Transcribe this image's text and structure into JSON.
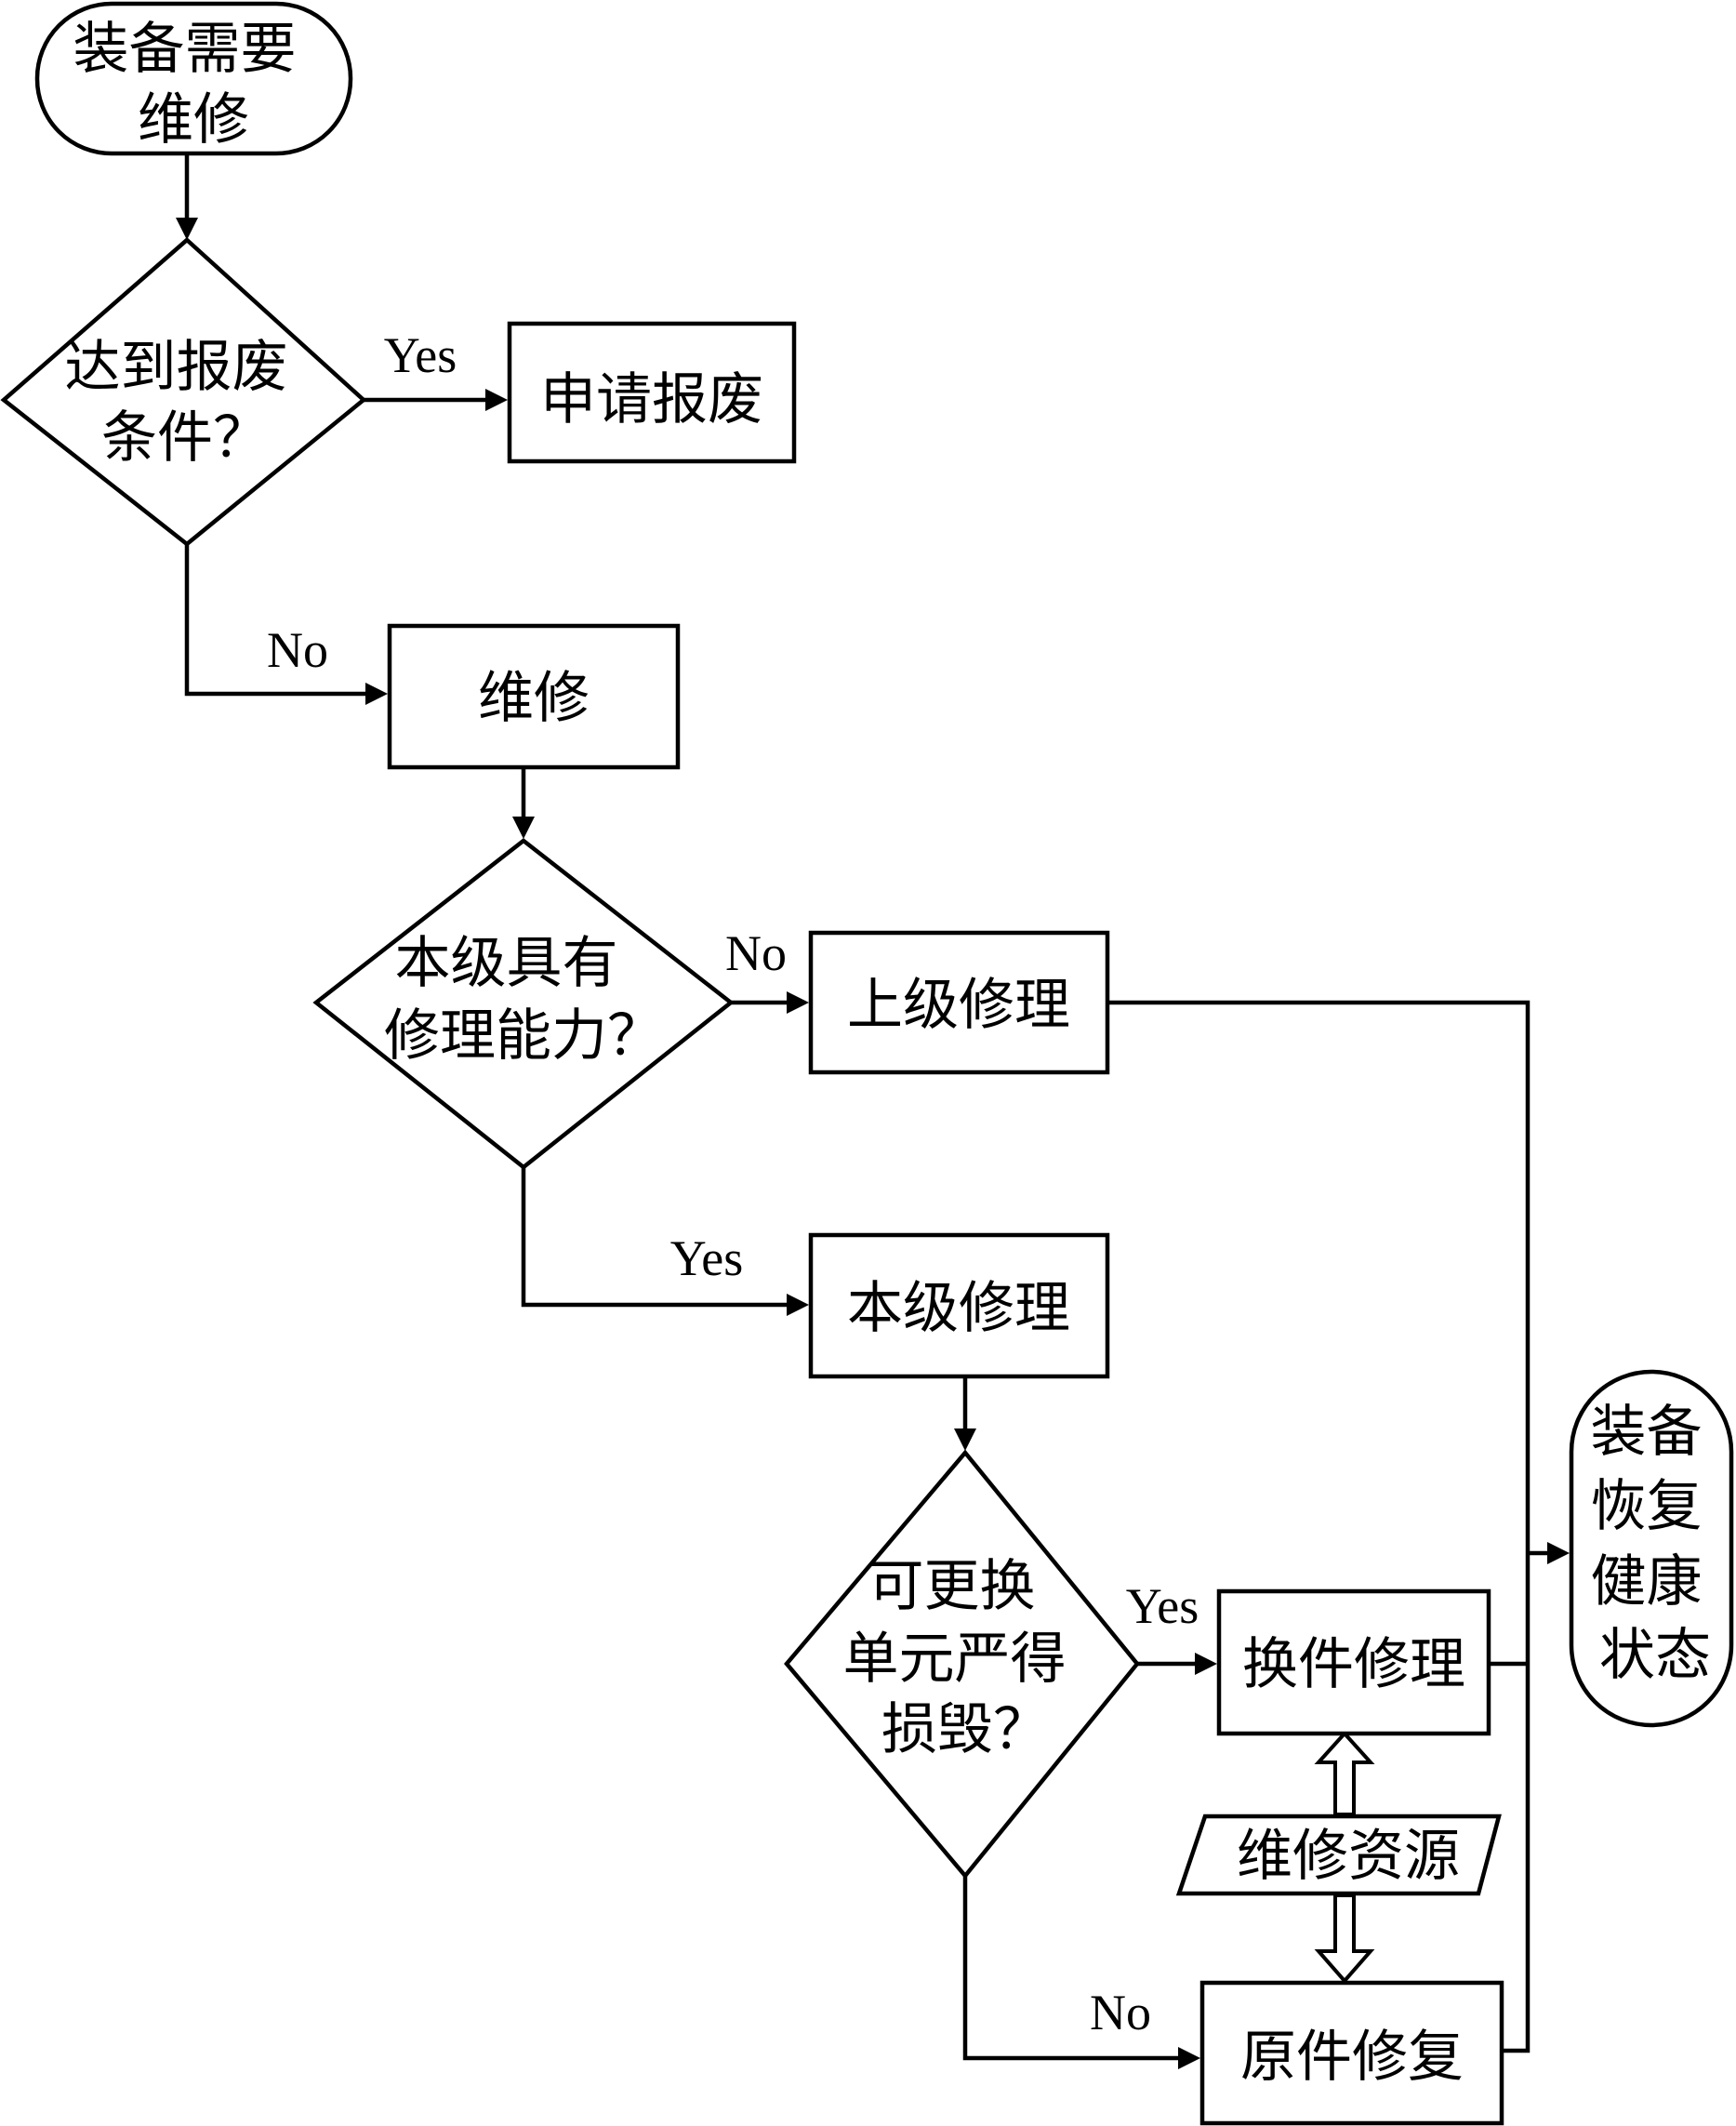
{
  "nodes": {
    "start": {
      "lines": [
        "装备需要",
        "维修"
      ]
    },
    "scrap_check": {
      "lines": [
        "达到报废",
        "条件？"
      ]
    },
    "apply_scrap": {
      "lines": [
        "申请报废"
      ]
    },
    "repair": {
      "lines": [
        "维修"
      ]
    },
    "capability_check": {
      "lines": [
        "本级具有",
        "修理能力？"
      ]
    },
    "upper_repair": {
      "lines": [
        "上级修理"
      ]
    },
    "local_repair": {
      "lines": [
        "本级修理"
      ]
    },
    "damage_check": {
      "lines": [
        "可更换",
        "单元严得",
        "损毁？"
      ]
    },
    "replace_repair": {
      "lines": [
        "换件修理"
      ]
    },
    "resources": {
      "lines": [
        "维修资源"
      ]
    },
    "original_repair": {
      "lines": [
        "原件修复"
      ]
    },
    "end": {
      "lines": [
        "装备",
        "恢复",
        "健康",
        "状态"
      ]
    }
  },
  "edge_labels": {
    "scrap_yes": "Yes",
    "scrap_no": "No",
    "capability_no": "No",
    "capability_yes": "Yes",
    "damage_yes": "Yes",
    "damage_no": "No"
  },
  "colors": {
    "stroke": "#000000",
    "fill": "#ffffff"
  }
}
